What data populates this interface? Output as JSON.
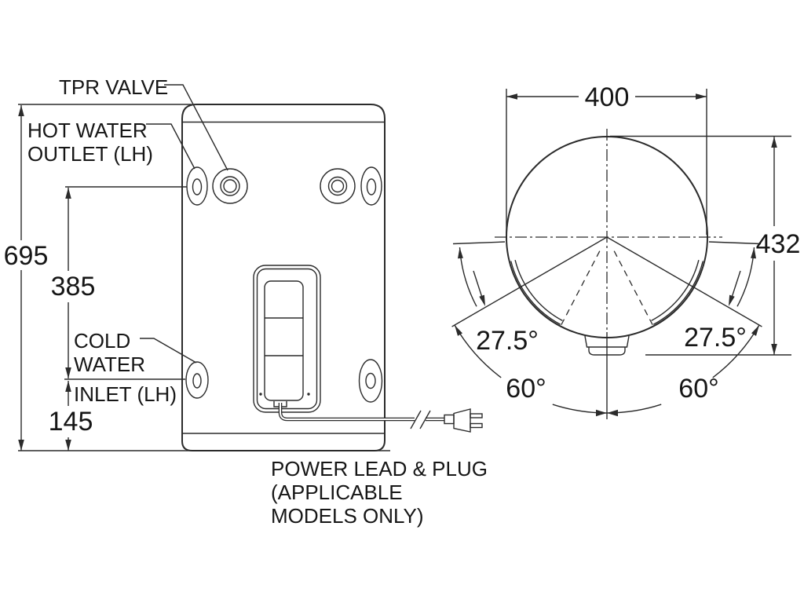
{
  "colors": {
    "line": "#2b2b2b",
    "text": "#161616",
    "background": "#ffffff"
  },
  "front_view": {
    "labels": {
      "tpr_valve": "TPR VALVE",
      "hot_water": [
        "HOT WATER",
        "OUTLET (LH)"
      ],
      "cold_water": [
        "COLD",
        "WATER",
        "INLET (LH)"
      ],
      "power": [
        "POWER LEAD & PLUG",
        "(APPLICABLE",
        "MODELS ONLY)"
      ]
    },
    "dimensions": {
      "overall_height": "695",
      "outlet_to_inlet": "385",
      "inlet_height": "145"
    }
  },
  "top_view": {
    "dimensions": {
      "diameter": "400",
      "overall_depth": "432",
      "angle_left_small": "27.5°",
      "angle_right_small": "27.5°",
      "angle_left_large": "60°",
      "angle_right_large": "60°"
    }
  }
}
